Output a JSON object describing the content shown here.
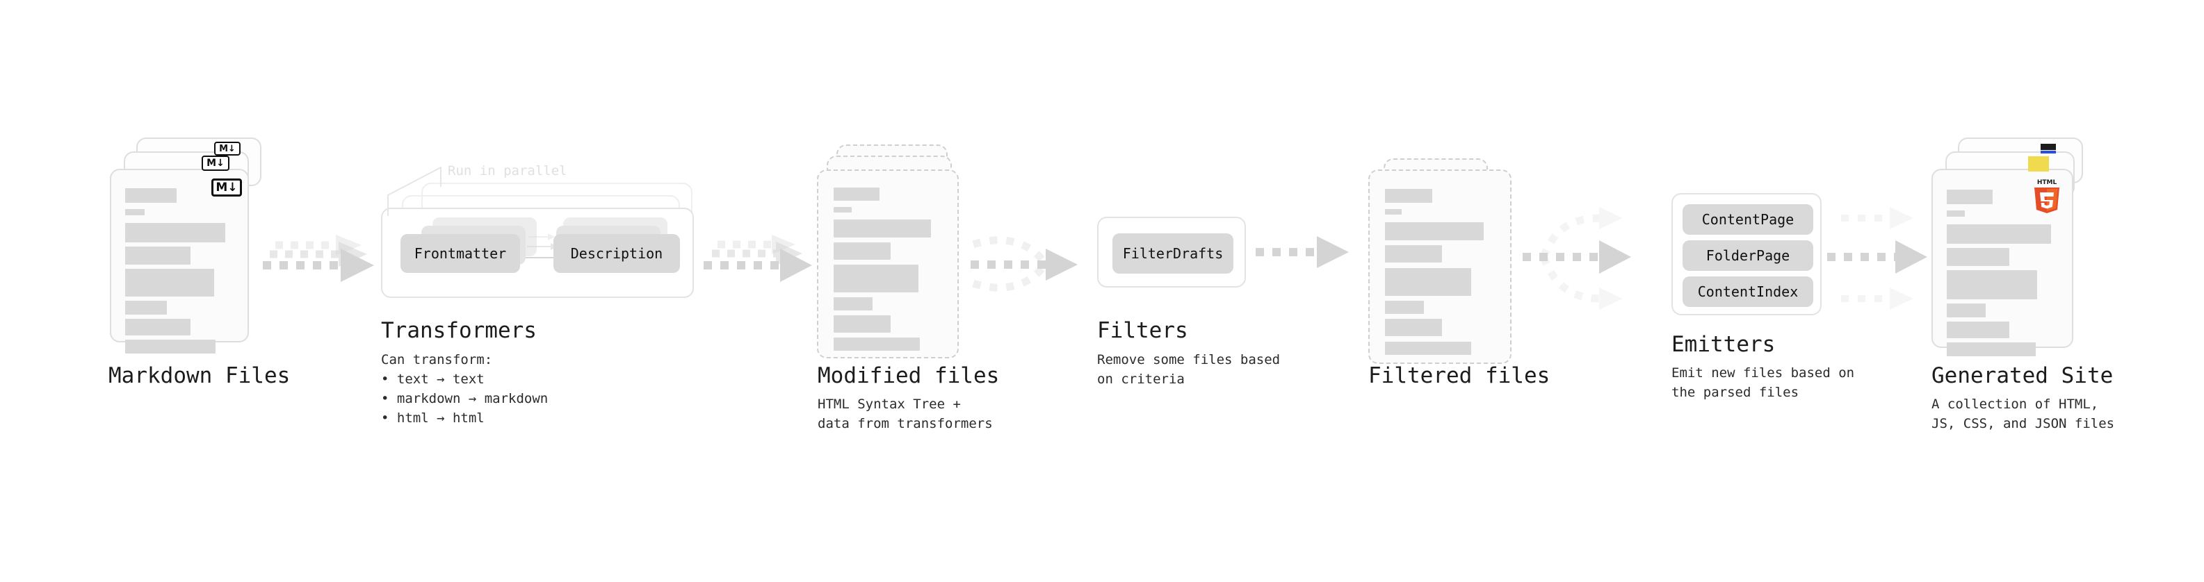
{
  "diagram": {
    "title_color": "#1c1c1c",
    "accent_colors": {
      "chip_fill": "#d9d9d9",
      "bar_fill": "#d8d8d8",
      "card_fill": "#fbfbfb",
      "arrow_fill": "#d4d4d4",
      "html5_orange": "#e44d26",
      "html5_orange_light": "#f16529",
      "css3_blue": "#264de4",
      "js_yellow": "#f0db4f"
    }
  },
  "stages": {
    "markdown_files": {
      "title": "Markdown Files",
      "badge_label": "M↓",
      "badge_icon": "markdown-icon"
    },
    "transformers": {
      "title": "Transformers",
      "parallel_label": "Run in parallel",
      "chips": [
        "Frontmatter",
        "Description"
      ],
      "description": "Can transform:\n• text → text\n• markdown → markdown\n• html → html"
    },
    "modified_files": {
      "title": "Modified files",
      "description": "HTML Syntax Tree +\ndata from transformers"
    },
    "filters": {
      "title": "Filters",
      "chips": [
        "FilterDrafts"
      ],
      "description": "Remove some files based\non criteria"
    },
    "filtered_files": {
      "title": "Filtered files",
      "description": ""
    },
    "emitters": {
      "title": "Emitters",
      "chips": [
        "ContentPage",
        "FolderPage",
        "ContentIndex"
      ],
      "description": "Emit new files based on\nthe parsed files"
    },
    "generated_site": {
      "title": "Generated Site",
      "description": "A collection of HTML,\nJS, CSS, and JSON files",
      "badges": [
        {
          "name": "css3-icon",
          "label": "CSS"
        },
        {
          "name": "js-icon",
          "label": "JS"
        },
        {
          "name": "html5-icon",
          "label": "HTML",
          "digit": "5"
        }
      ]
    }
  }
}
